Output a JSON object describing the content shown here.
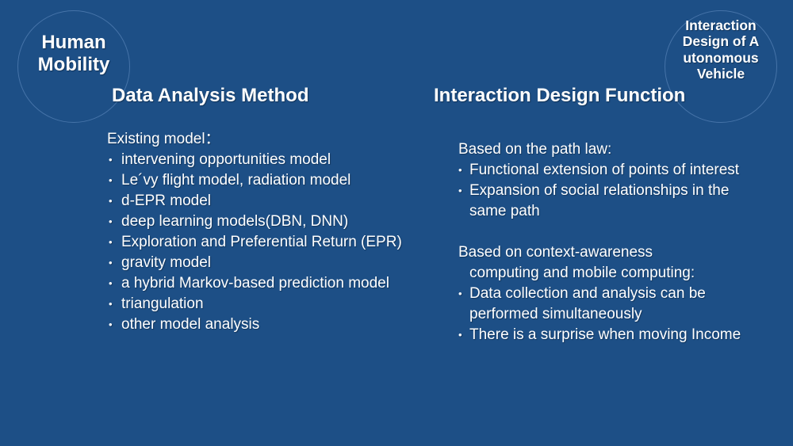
{
  "badges": {
    "left": "Human Mobility",
    "right": "Interaction Design of Autonomous Vehicle"
  },
  "left_section": {
    "title": "Data Analysis Method",
    "intro": "Existing model：",
    "items": [
      "intervening opportunities model",
      "Le´vy flight model, radiation model",
      "d-EPR model",
      "deep learning models(DBN, DNN)",
      "Exploration and Preferential Return (EPR)",
      "gravity model",
      "a hybrid Markov-based prediction model",
      "triangulation",
      "other model analysis"
    ]
  },
  "right_section": {
    "title": "Interaction Design Function",
    "group1": {
      "intro": "Based on the path law:",
      "items": [
        "Functional extension of points of interest",
        "Expansion of social relationships in the same path"
      ]
    },
    "group2": {
      "intro_line1": "Based on context-awareness",
      "intro_line2": "computing and mobile computing:",
      "items": [
        "Data collection and analysis can be performed simultaneously",
        "There is a surprise when moving Income"
      ]
    }
  }
}
